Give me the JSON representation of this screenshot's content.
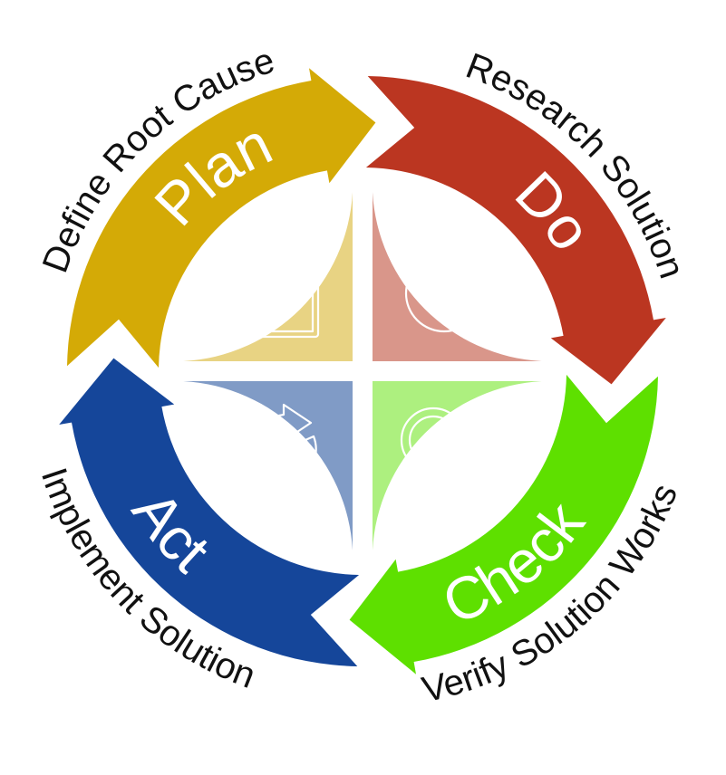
{
  "stages": [
    {
      "key": "plan",
      "label": "Plan",
      "description": "Define Root Cause",
      "icon": "clipboard-icon",
      "color": "#d4aa06",
      "light": "#e8d383"
    },
    {
      "key": "do",
      "label": "Do",
      "description": "Research Solution",
      "icon": "target-icon",
      "color": "#bb3621",
      "light": "#d9968a"
    },
    {
      "key": "check",
      "label": "Check",
      "description": "Verify Solution Works",
      "icon": "magnifier-icon",
      "color": "#5ee000",
      "light": "#adf07f"
    },
    {
      "key": "act",
      "label": "Act",
      "description": "Implement Solution",
      "icon": "refresh-icon",
      "color": "#15469a",
      "light": "#809bc6"
    }
  ]
}
